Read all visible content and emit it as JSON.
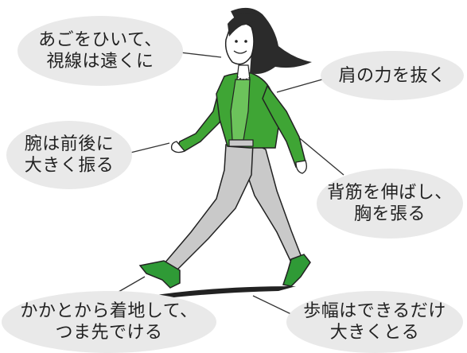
{
  "colors": {
    "bubble_fill": "#e9e9e9",
    "jacket": "#3fa535",
    "shirt": "#6cc35b",
    "pants": "#c9c9c9",
    "shoes": "#2f9a36",
    "hair": "#2b2b2b",
    "skin": "#ffffff",
    "line": "#222222"
  },
  "icons": [
    "walking-woman-illustration"
  ],
  "callouts": {
    "chin": {
      "line1": "あごをひいて、",
      "line2": "視線は遠くに"
    },
    "shoulders": {
      "line1": "肩の力を抜く"
    },
    "arms": {
      "line1": "腕は前後に",
      "line2": "大きく振る"
    },
    "back": {
      "line1": "背筋を伸ばし、",
      "line2": "胸を張る"
    },
    "heel": {
      "line1": "かかとから着地して、",
      "line2": "つま先でける"
    },
    "stride": {
      "line1": "歩幅はできるだけ",
      "line2": "大きくとる"
    }
  }
}
